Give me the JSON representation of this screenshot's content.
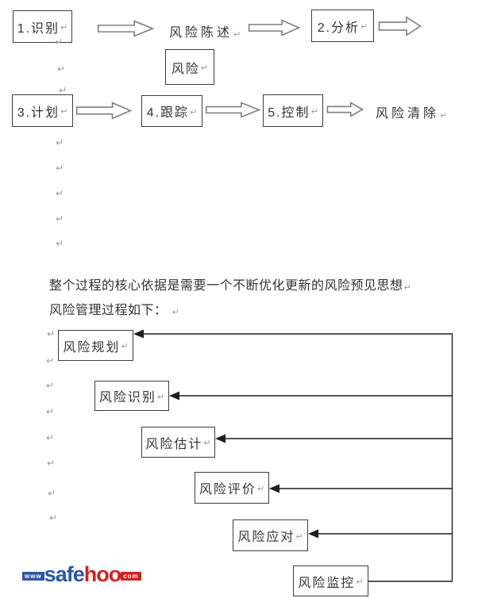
{
  "marks": {
    "pilcrow": "↵"
  },
  "top_flow": {
    "step1": "1.识别",
    "statement": "风险陈述",
    "step2": "2.分析",
    "risk": "风险",
    "step3": "3.计划",
    "step4": "4.跟踪",
    "step5": "5.控制",
    "end": "风险清除"
  },
  "paragraph": {
    "line1": "整个过程的核心依据是需要一个不断优化更新的风险预见思想",
    "line2": "风险管理过程如下："
  },
  "cascade": {
    "box1": "风险规划",
    "box2": "风险识别",
    "box3": "风险估计",
    "box4": "风险评价",
    "box5": "风险应对",
    "box6": "风险监控"
  },
  "logo": {
    "prefix": "www",
    "safe": "safe",
    "hoo": "hoo",
    "suffix": "com",
    "blue": "#2B56A4",
    "red": "#CE2420"
  }
}
